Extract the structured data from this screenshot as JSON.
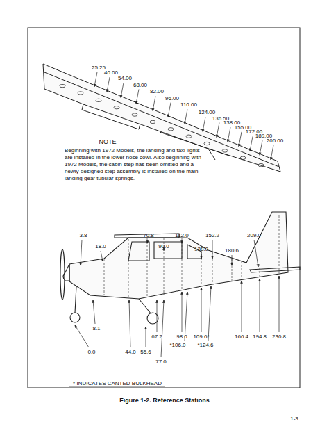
{
  "diagram": {
    "caption": "Figure 1-2.  Reference Stations",
    "labels": [
      "25.25",
      "40.00",
      "54.00",
      "68.00",
      "82.00",
      "96.00",
      "110.00",
      "124.00",
      "136.50",
      "138.00",
      "155.00",
      "172.00",
      "189.00",
      "206.00",
      "NOTE",
      "Beginning with 1972 Models, the landing and taxi lights are installed in the lower nose cowl. Also beginning with 1972 Models, the cabin step has been omitted and a newly-designed step assembly is installed on the main landing gear tubular springs.",
      "3.8",
      "18.0",
      "70.8",
      "90.0",
      "112.0",
      "138.0",
      "152.2",
      "180.6",
      "209.0",
      "8.1",
      "0.0",
      "44.0",
      "55.6",
      "67.2",
      "98.0",
      "109.6*",
      "*106.0",
      "*124.6",
      "166.4",
      "194.8",
      "230.8",
      "77.0",
      "* INDICATES CANTED BULKHEAD",
      "1-3"
    ]
  }
}
